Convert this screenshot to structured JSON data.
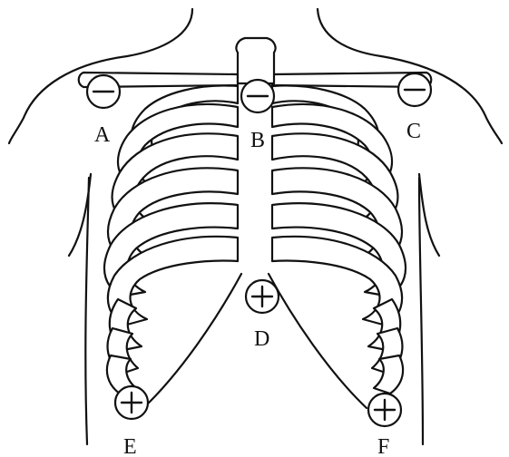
{
  "electrodes": [
    {
      "id": "A",
      "label": "A",
      "polarity": "negative"
    },
    {
      "id": "B",
      "label": "B",
      "polarity": "negative"
    },
    {
      "id": "C",
      "label": "C",
      "polarity": "negative"
    },
    {
      "id": "D",
      "label": "D",
      "polarity": "positive"
    },
    {
      "id": "E",
      "label": "E",
      "polarity": "positive"
    },
    {
      "id": "F",
      "label": "F",
      "polarity": "positive"
    }
  ]
}
